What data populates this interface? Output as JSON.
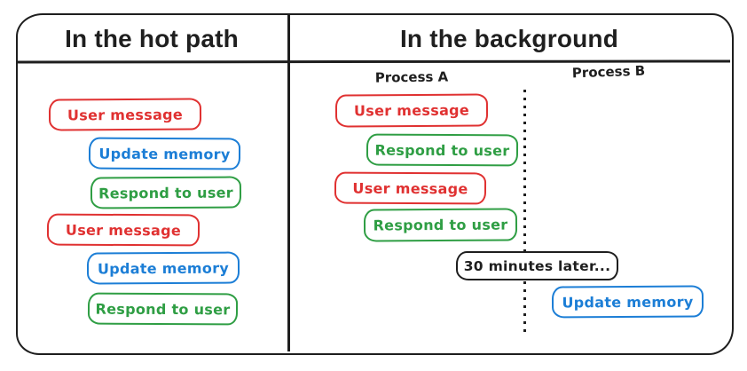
{
  "diagram": {
    "left_panel": {
      "title": "In the hot path",
      "boxes": [
        {
          "label": "User message",
          "color": "red"
        },
        {
          "label": "Update memory",
          "color": "blue"
        },
        {
          "label": "Respond to user",
          "color": "green"
        },
        {
          "label": "User message",
          "color": "red"
        },
        {
          "label": "Update memory",
          "color": "blue"
        },
        {
          "label": "Respond to user",
          "color": "green"
        }
      ]
    },
    "right_panel": {
      "title": "In the background",
      "process_a_label": "Process A",
      "process_b_label": "Process B",
      "process_a_boxes": [
        {
          "label": "User message",
          "color": "red"
        },
        {
          "label": "Respond to user",
          "color": "green"
        },
        {
          "label": "User message",
          "color": "red"
        },
        {
          "label": "Respond to user",
          "color": "green"
        }
      ],
      "timeline_note": {
        "label": "30 minutes later...",
        "color": "black"
      },
      "process_b_boxes": [
        {
          "label": "Update memory",
          "color": "blue"
        }
      ]
    },
    "colors": {
      "red": "#e03131",
      "green": "#2f9e44",
      "blue": "#1c7ed6",
      "black": "#1e1e1e"
    }
  }
}
